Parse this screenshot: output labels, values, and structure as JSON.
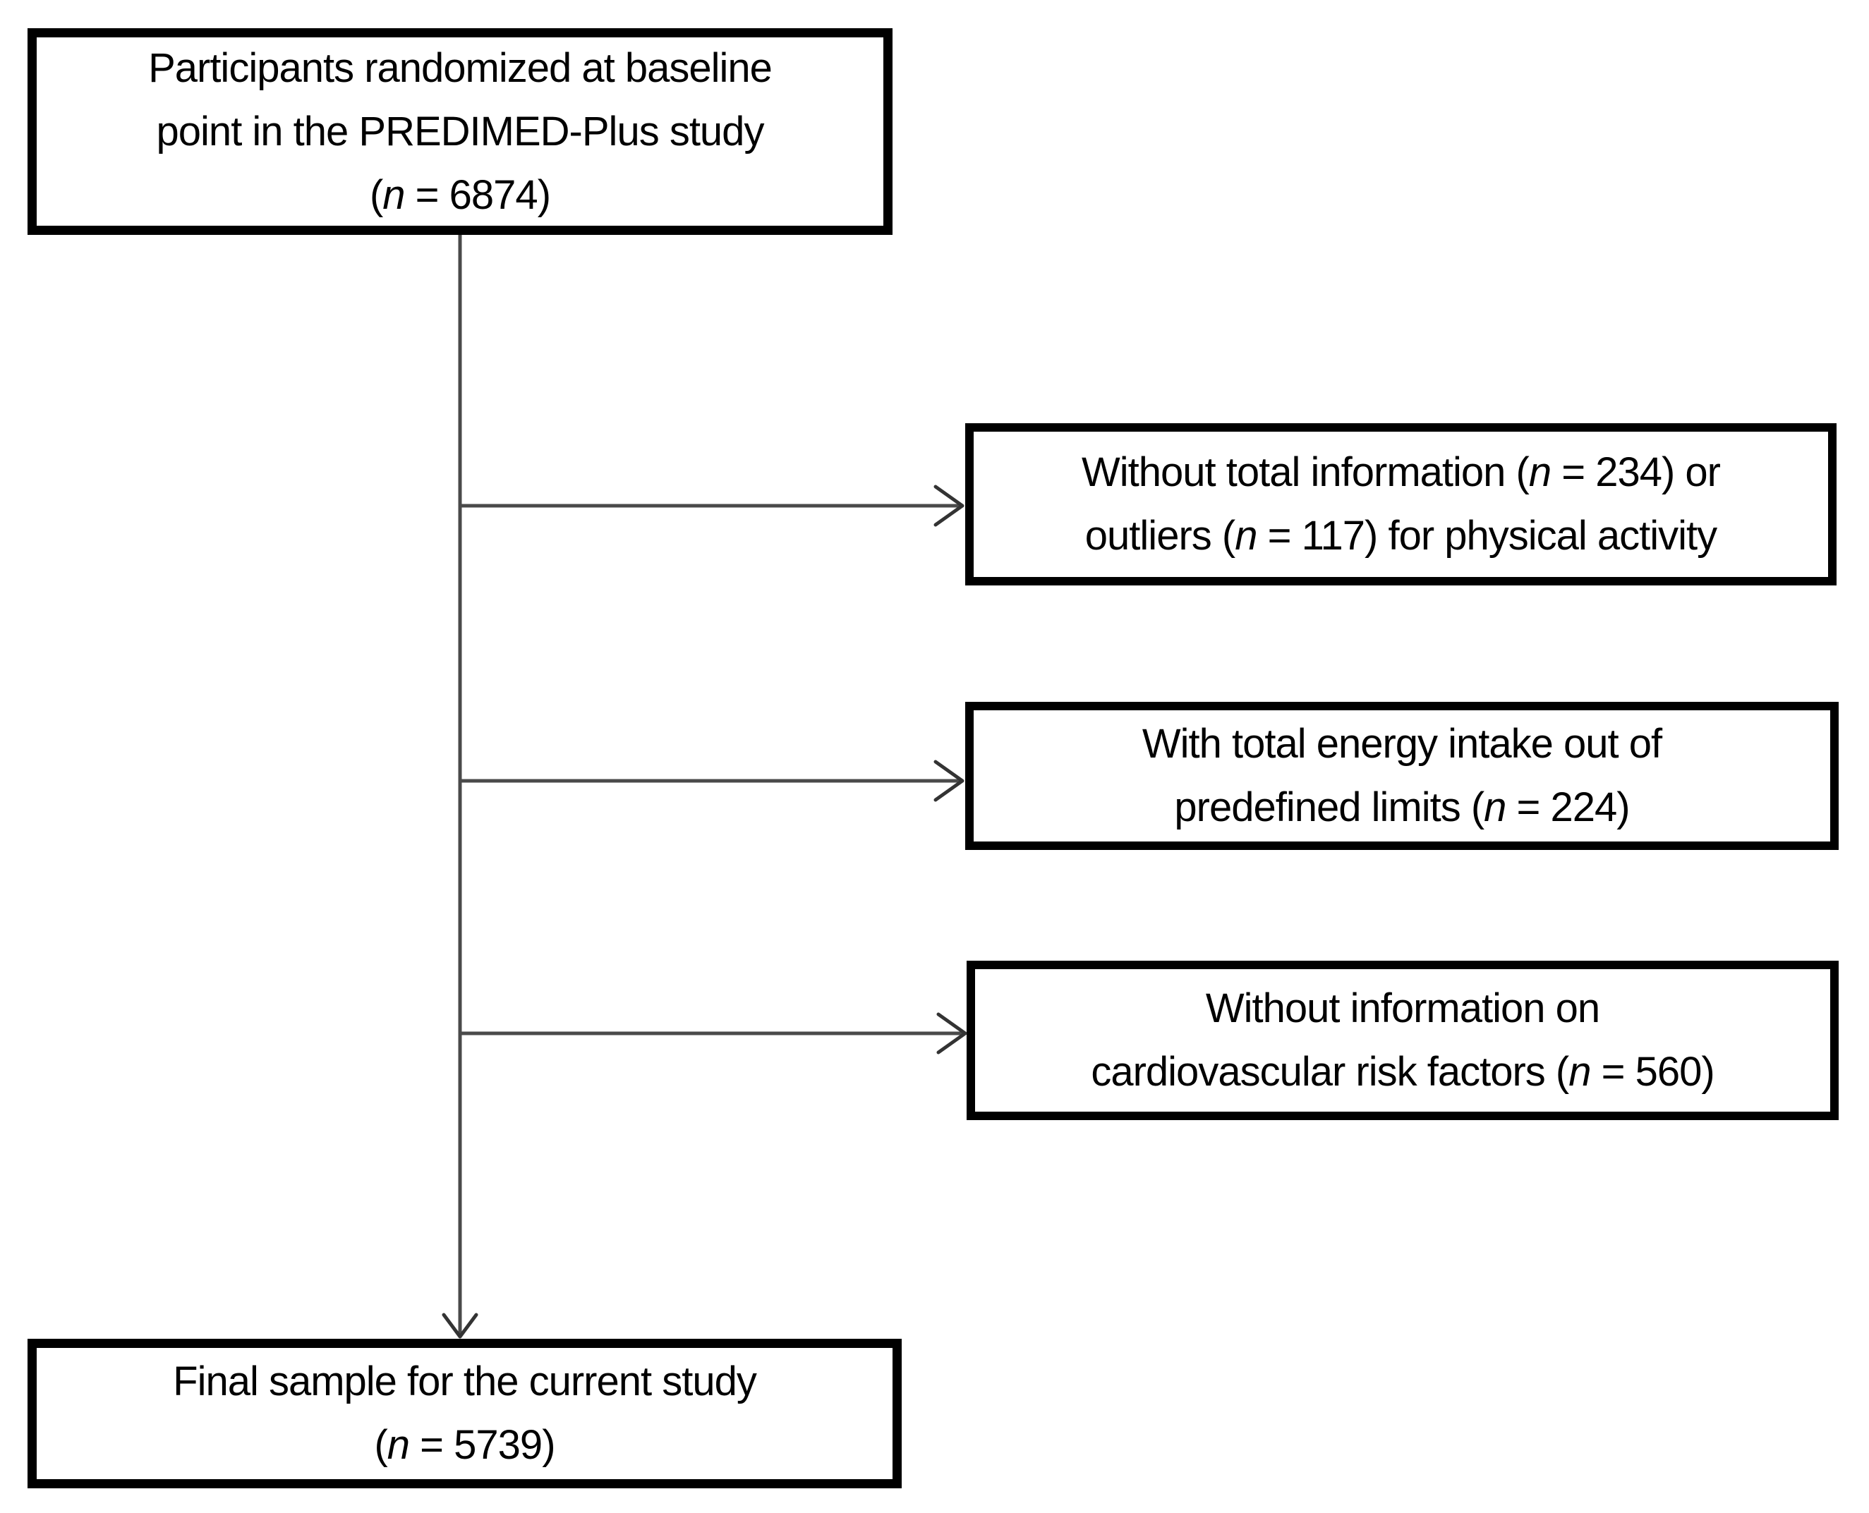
{
  "diagram": {
    "type": "flowchart",
    "nodes": {
      "baseline": {
        "text": "Participants randomized at baseline\npoint in the PREDIMED-Plus study\n(*n* = 6874)",
        "n": 6874
      },
      "exclusion1": {
        "text": "Without total information (*n* = 234) or\noutliers (*n* = 117) for physical activity",
        "n_without_total_information": 234,
        "n_outliers": 117
      },
      "exclusion2": {
        "text": "With total energy intake out of\npredefined limits (*n* = 224)",
        "n": 224
      },
      "exclusion3": {
        "text": "Without information on\ncardiovascular risk factors (*n* = 560)",
        "n": 560
      },
      "final": {
        "text": "Final sample for the current study\n(*n* = 5739)",
        "n": 5739
      }
    },
    "colors": {
      "box_border": "#000000",
      "box_background": "#ffffff",
      "text": "#000000",
      "connector": "#4a4a4a",
      "page_background": "#ffffff"
    }
  }
}
